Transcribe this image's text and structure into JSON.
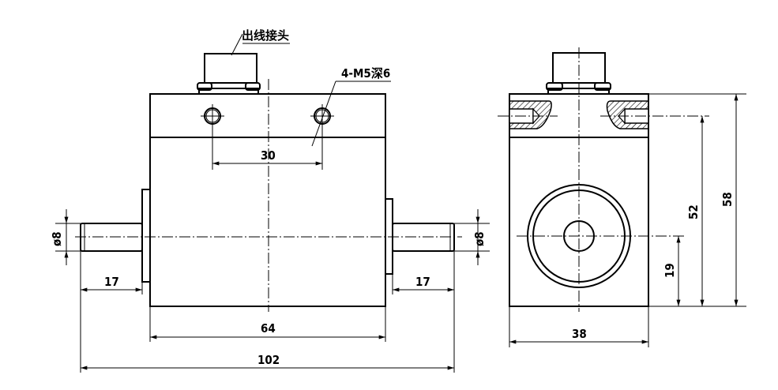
{
  "labels": {
    "connector": "出线接头",
    "thread": "4-M5深6"
  },
  "dimensions": {
    "hole_spacing": "30",
    "shaft_dia_left": "ø8",
    "shaft_dia_right": "ø8",
    "shaft_len_left": "17",
    "shaft_len_right": "17",
    "body_len": "64",
    "total_len": "102",
    "width": "38",
    "center_height": "19",
    "hole_height": "52",
    "total_height": "58"
  }
}
